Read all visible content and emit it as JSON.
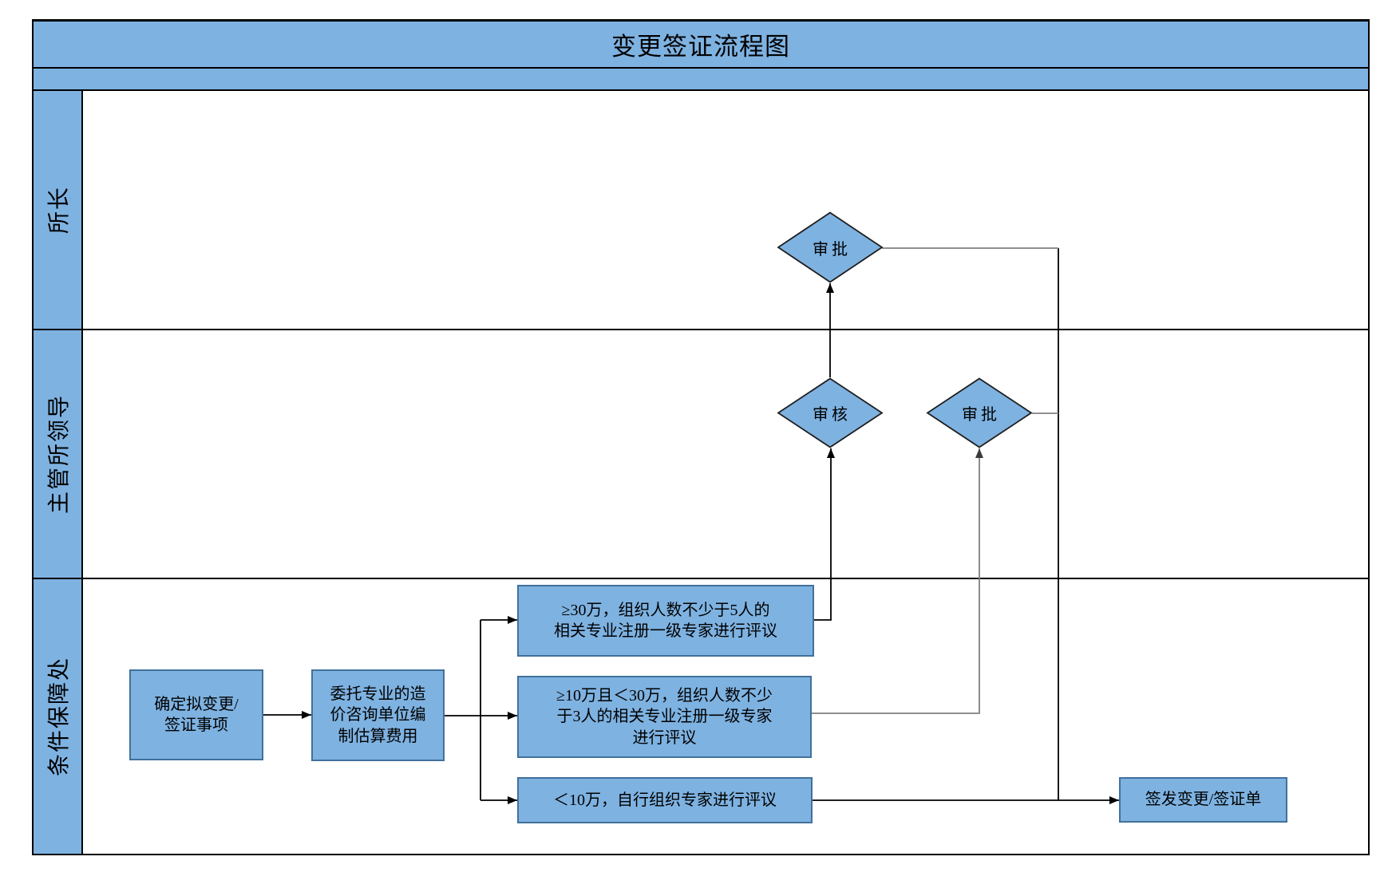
{
  "title": "变更签证流程图",
  "lanes": [
    {
      "label": "所长"
    },
    {
      "label": "主管所领导"
    },
    {
      "label": "条件保障处"
    }
  ],
  "nodes": {
    "determine": {
      "text": "确定拟变更/\n签证事项"
    },
    "entrust": {
      "text": "委托专业的造\n价咨询单位编\n制估算费用"
    },
    "expert5": {
      "text": "≥30万，组织人数不少于5人的\n相关专业注册一级专家进行评议"
    },
    "expert3": {
      "text": "≥10万且＜30万，组织人数不少\n于3人的相关专业注册一级专家\n进行评议"
    },
    "self_organize": {
      "text": "＜10万，自行组织专家进行评议"
    },
    "issue": {
      "text": "签发变更/签证单"
    },
    "review": {
      "label": "审核"
    },
    "approve_leader": {
      "label": "审批"
    },
    "approve_director": {
      "label": "审批"
    }
  },
  "colors": {
    "shape_fill": "#7EB2E1",
    "shape_border": "#41719C",
    "diamond_border": "#1F1F1F",
    "grid_border": "#000000",
    "connector_black": "#000000",
    "connector_gray": "#808080",
    "canvas_background": "#FFFFFF"
  }
}
